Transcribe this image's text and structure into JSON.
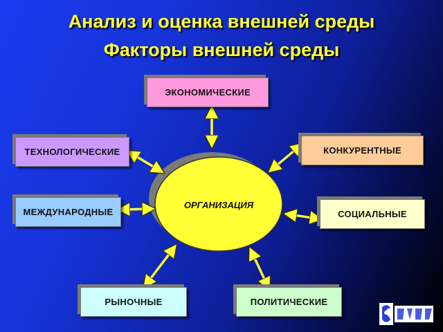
{
  "title_line1": "Анализ и оценка внешней среды",
  "title_line2": "Факторы внешней среды",
  "center": {
    "label": "ОРГАНИЗАЦИЯ"
  },
  "factors": {
    "economic": "ЭКОНОМИЧЕСКИЕ",
    "technological": "ТЕХНОЛОГИЧЕСКИЕ",
    "competitive": "КОНКУРЕНТНЫЕ",
    "international": "МЕЖДУНАРОДНЫЕ",
    "social": "СОЦИАЛЬНЫЕ",
    "market": "РЫНОЧНЫЕ",
    "political": "ПОЛИТИЧЕСКИЕ"
  },
  "colors": {
    "title": "#ffff33",
    "center_fill": "#ffff33",
    "arrow": "#ffff33",
    "economic": "#ff99dd",
    "technological": "#cc99ff",
    "competitive": "#ffcc99",
    "international": "#99ccff",
    "social": "#ffffcc",
    "market": "#ccffff",
    "political": "#ccffcc"
  },
  "logo": {
    "icon": "university-logo-icon"
  }
}
